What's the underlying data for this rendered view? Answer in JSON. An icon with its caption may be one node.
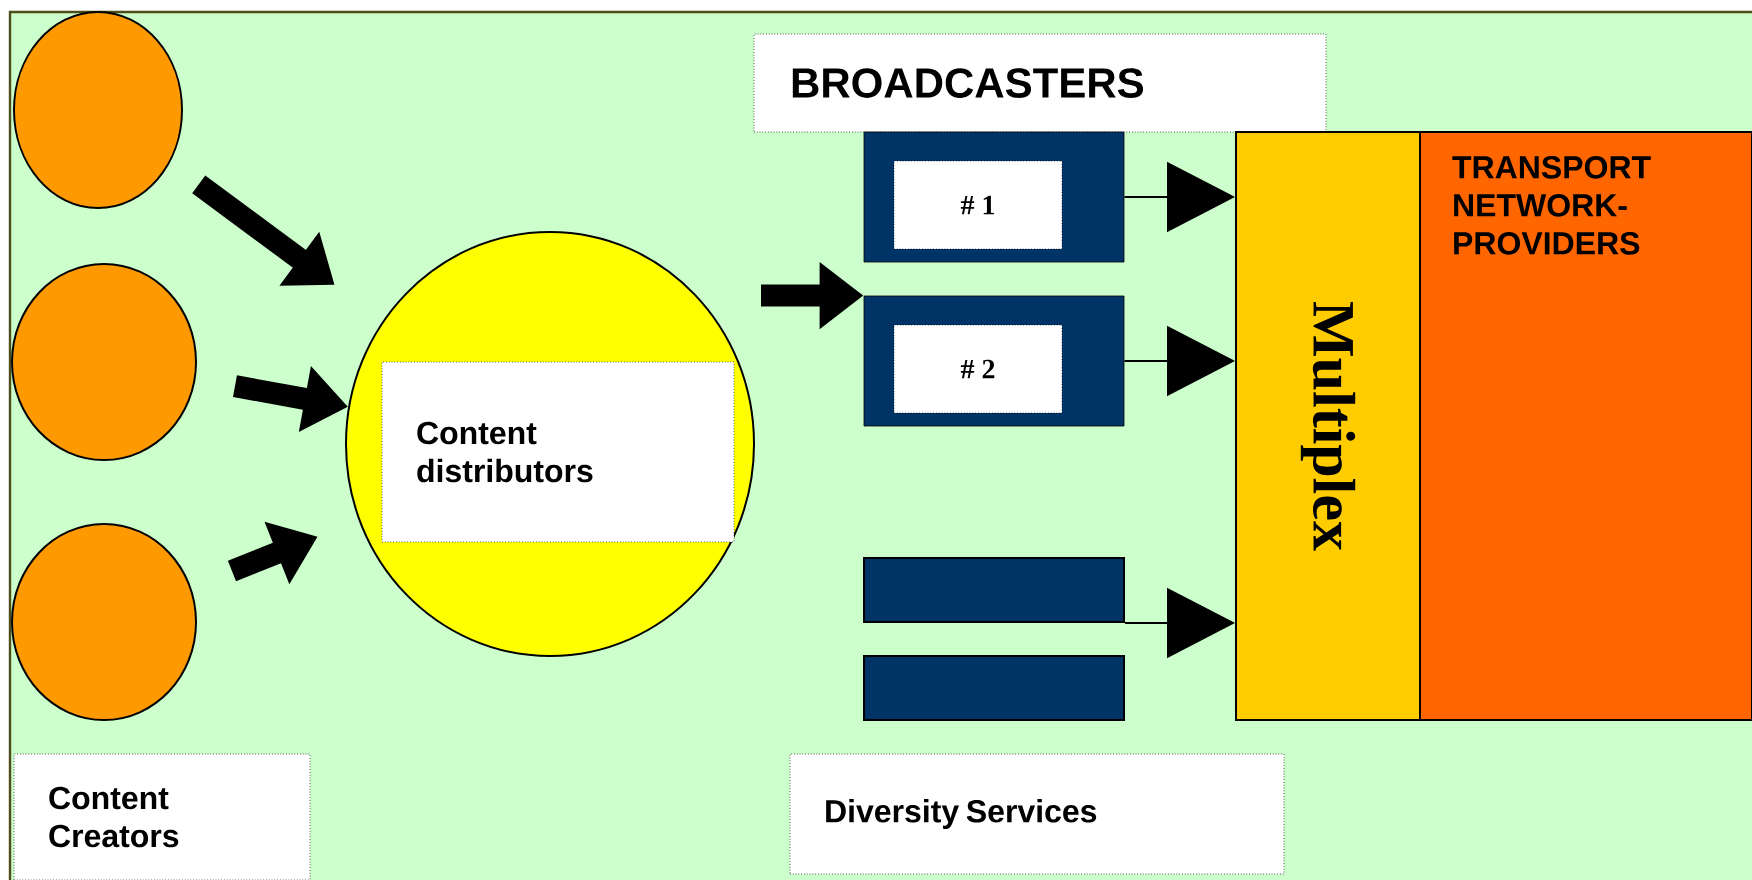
{
  "diagram": {
    "nodes": [
      {
        "text": [],
        "shape": "circle"
      },
      {
        "text": [],
        "shape": "circle"
      },
      {
        "text": [],
        "shape": "circle"
      },
      {
        "text": [],
        "shape": "circle"
      },
      {
        "text": [
          "Content distributors"
        ],
        "in": 3
      },
      {
        "text": [
          "BROADCASTERS"
        ]
      },
      {
        "text": [
          "# 1"
        ]
      },
      {
        "text": [
          "# 2"
        ]
      },
      {
        "text": [],
        "shape": "bar"
      },
      {
        "text": [],
        "shape": "bar"
      },
      {
        "text": [
          "Multiplex"
        ]
      },
      {
        "text": [
          "TRANSPORT NETWORK-PROVIDERS"
        ]
      },
      {
        "text": [
          "Content Creators"
        ]
      },
      {
        "text": [
          "Diversity Services"
        ]
      }
    ],
    "edges": [
      {
        "from": 0,
        "to": 3,
        "arrow": "to"
      },
      {
        "from": 1,
        "to": 3,
        "arrow": "to"
      },
      {
        "from": 2,
        "to": 3,
        "arrow": "to"
      },
      {
        "from": 3,
        "to": 7,
        "arrow": "to"
      },
      {
        "from": 6,
        "to": 10,
        "arrow": "to"
      },
      {
        "from": 7,
        "to": 10,
        "arrow": "to"
      },
      {
        "from": 8,
        "to": 10,
        "arrow": "to"
      }
    ]
  }
}
